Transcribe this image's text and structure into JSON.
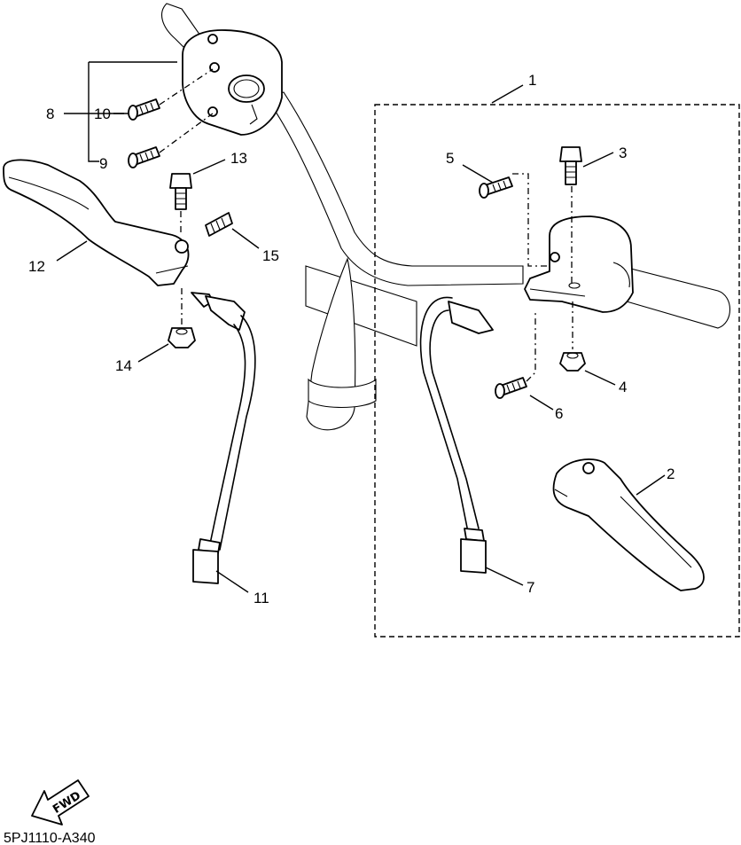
{
  "callouts": {
    "c1": "1",
    "c2": "2",
    "c3": "3",
    "c4": "4",
    "c5": "5",
    "c6": "6",
    "c7": "7",
    "c8": "8",
    "c9": "9",
    "c10": "10",
    "c11": "11",
    "c12": "12",
    "c13": "13",
    "c14": "14",
    "c15": "15"
  },
  "direction_marker": "FWD",
  "diagram_code": "5PJ1110-A340"
}
